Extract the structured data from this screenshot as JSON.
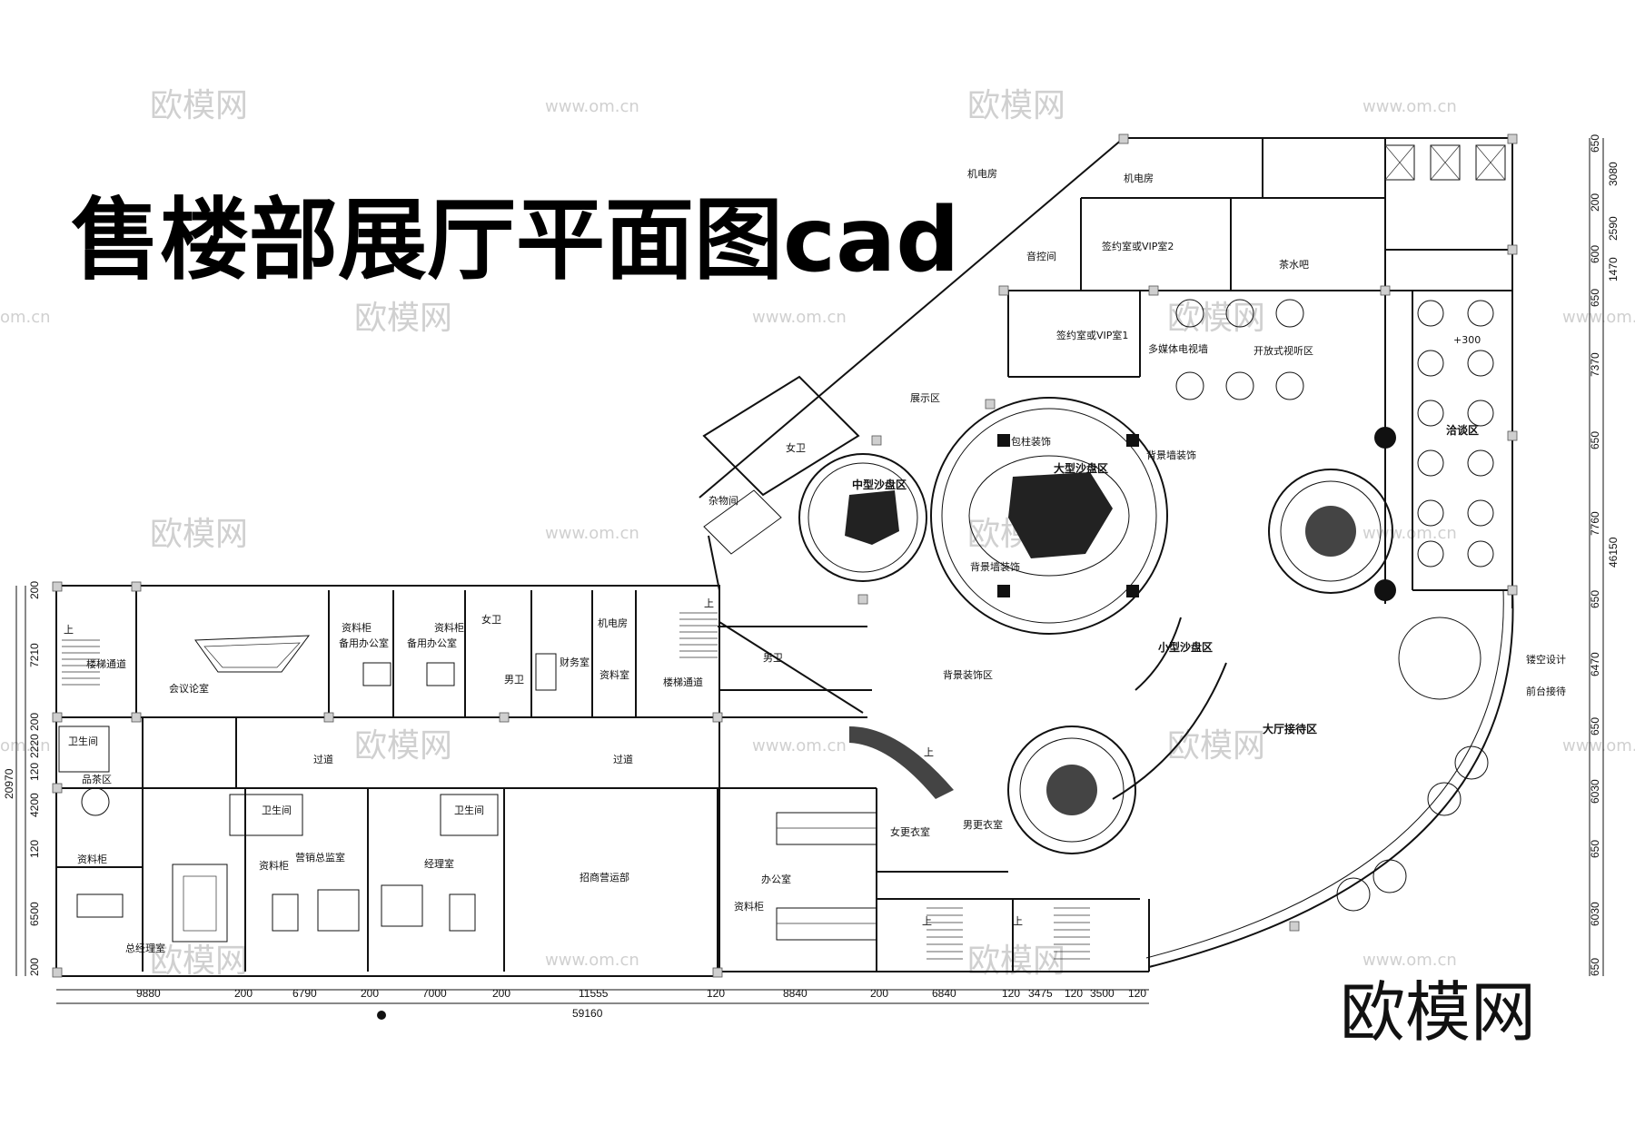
{
  "title": "售楼部展厅平面图cad",
  "watermarks": {
    "brand": "欧模网",
    "site": "www.om.cn",
    "site_partial": "om.cn",
    "corner_logo": "欧模网"
  },
  "rooms": {
    "electromech_top": "机电房",
    "electromech_top_small": "机电房",
    "storage_top": "音控间",
    "vip2": "签约室或VIP室2",
    "tea_bar": "茶水吧",
    "vip1": "签约室或VIP室1",
    "media_wall": "多媒体电视墙",
    "open_view": "开放式视听区",
    "display": "展示区",
    "column_deco": "包柱装饰",
    "bg_deco1": "背景墙装饰",
    "big_sand": "大型沙盘区",
    "mid_sand": "中型沙盘区",
    "bg_deco2": "背景墙装饰",
    "bg_deco3": "背景装饰区",
    "women_wc": "女卫",
    "sundry": "杂物间",
    "nego": "洽谈区",
    "plus300": "+300",
    "small_sand": "小型沙盘区",
    "hollow": "镂空设计",
    "front_desk": "前台接待",
    "lobby": "大厅接待区",
    "men_wc": "男卫",
    "up1": "上",
    "meeting": "会议论室",
    "stair_l": "楼梯通道",
    "spare1": "备用办公室",
    "spare2": "备用办公室",
    "cabinet1": "资料柜",
    "cabinet2": "资料柜",
    "female_small": "女卫",
    "male_small": "男卫",
    "finance": "财务室",
    "elec_mid": "机电房",
    "records": "资料室",
    "stair_r": "楼梯通道",
    "corridor1": "过道",
    "corridor2": "过道",
    "wc_left": "卫生间",
    "tea_room": "品茶区",
    "wc2": "卫生间",
    "wc3": "卫生间",
    "sales_dir": "营销总监室",
    "manager": "经理室",
    "ceo": "总经理室",
    "cabinet3": "资料柜",
    "cabinet4": "资料柜",
    "cabinet5": "资料柜",
    "biz_dept": "招商营运部",
    "office": "办公室",
    "women_locker": "女更衣室",
    "men_locker": "男更衣室",
    "up2": "上",
    "up3": "上",
    "up4": "上",
    "up5": "上"
  },
  "dims_bottom": [
    "9880",
    "200",
    "6790",
    "200",
    "7000",
    "200",
    "11555",
    "120",
    "8840",
    "200",
    "6840",
    "120",
    "3475",
    "120",
    "3500",
    "120"
  ],
  "dim_total_bottom": "59160",
  "dims_left": [
    "200",
    "7210",
    "200",
    "2220",
    "120",
    "4200",
    "120",
    "6500",
    "200"
  ],
  "dim_total_left": "20970",
  "dims_right": [
    "650",
    "3080",
    "200",
    "2590",
    "600",
    "1470",
    "650",
    "7370",
    "650",
    "7760",
    "650",
    "6470",
    "650",
    "6030",
    "650",
    "6030",
    "650"
  ],
  "dim_total_right": "46150"
}
